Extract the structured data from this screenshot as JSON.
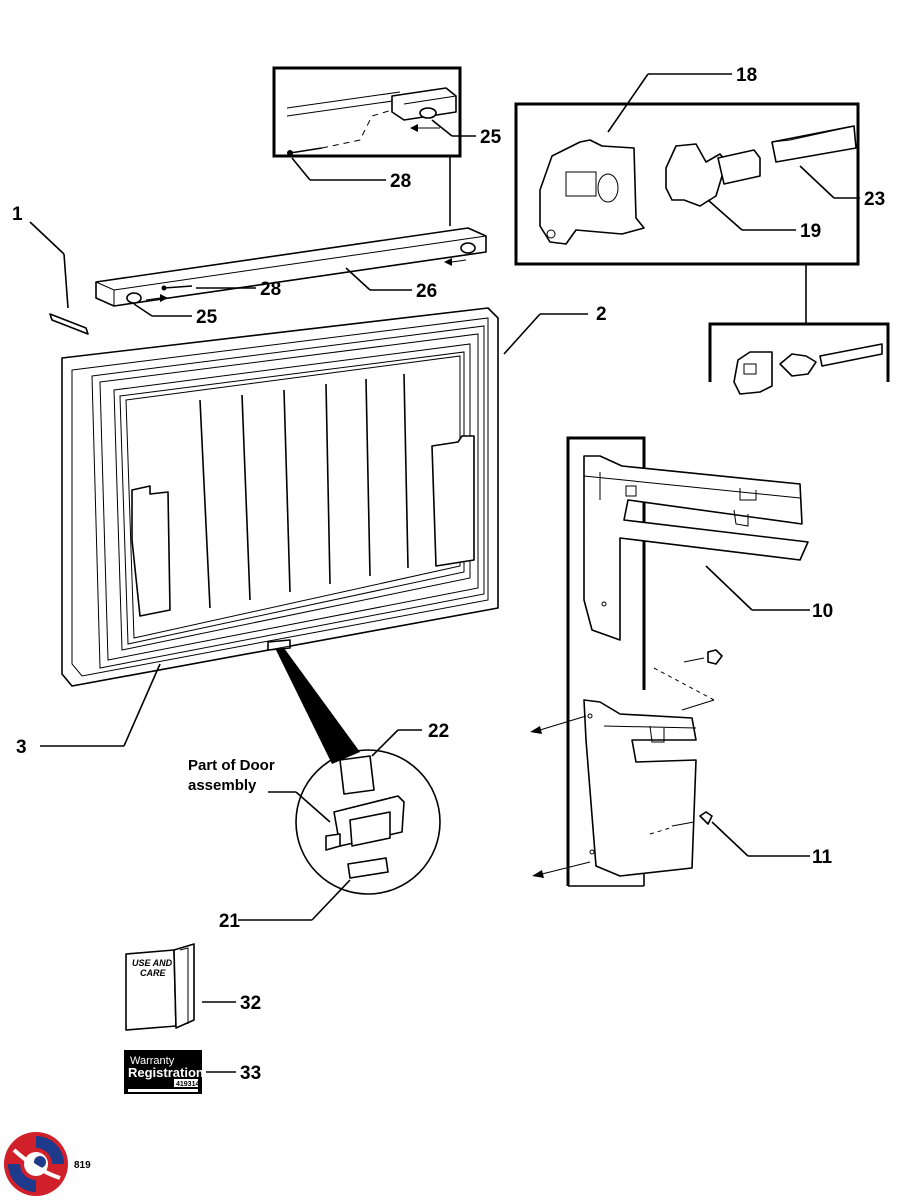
{
  "callouts": {
    "c1": "1",
    "c2": "2",
    "c3": "3",
    "c10": "10",
    "c11": "11",
    "c18": "18",
    "c19": "19",
    "c21": "21",
    "c22": "22",
    "c23": "23",
    "c25a": "25",
    "c25b": "25",
    "c26": "26",
    "c28a": "28",
    "c28b": "28",
    "c32": "32",
    "c33": "33"
  },
  "note": {
    "line1": "Part of Door",
    "line2": "assembly"
  },
  "manual": {
    "line1": "USE AND",
    "line2": "CARE"
  },
  "warranty": {
    "line1": "Warranty",
    "line2": "Registration",
    "code": "419314"
  },
  "footer": {
    "code": "819"
  },
  "icons": {
    "logo": "swirl-logo-icon"
  },
  "colors": {
    "logo_red": "#d0202a",
    "logo_blue": "#1e3a8a",
    "ink": "#000000"
  }
}
